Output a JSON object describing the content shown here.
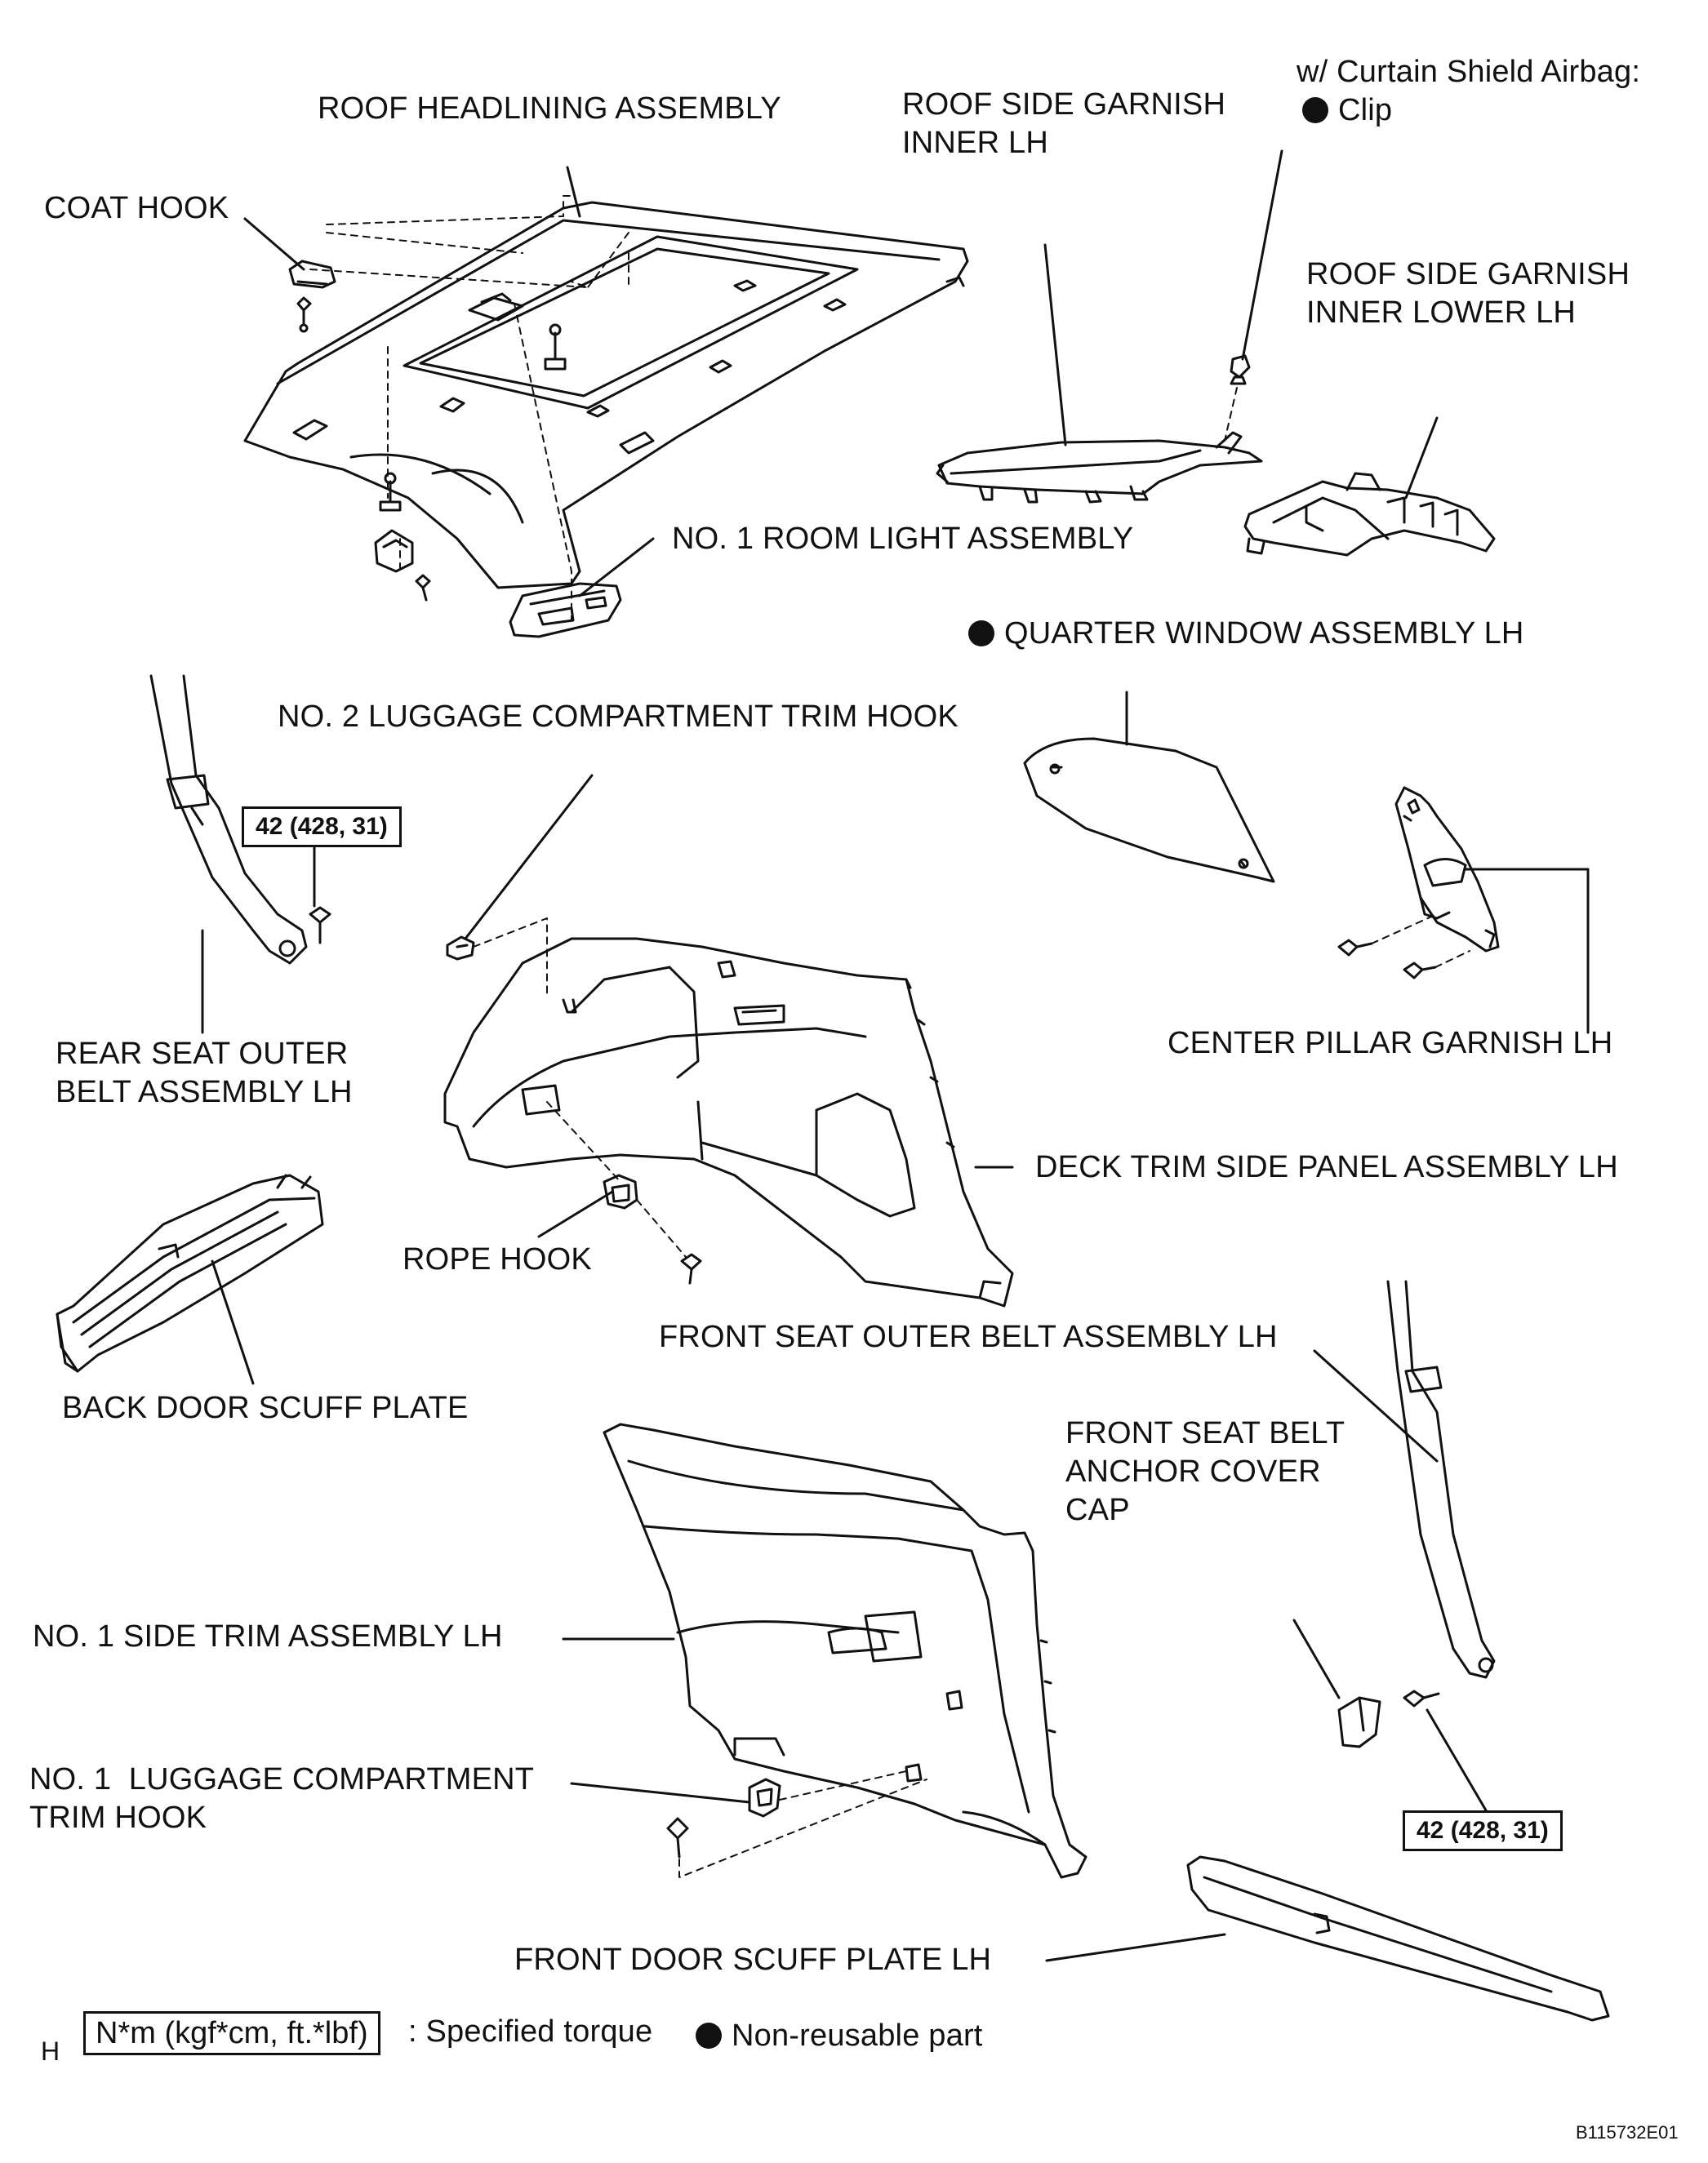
{
  "labels": {
    "airbag_note_1": "w/ Curtain Shield Airbag:",
    "airbag_note_2": "Clip",
    "roof_headlining": "ROOF HEADLINING ASSEMBLY",
    "roof_side_garnish_inner_1": "ROOF SIDE GARNISH",
    "roof_side_garnish_inner_2": "INNER LH",
    "coat_hook": "COAT HOOK",
    "roof_side_garnish_lower_1": "ROOF SIDE GARNISH",
    "roof_side_garnish_lower_2": "INNER LOWER LH",
    "room_light": "NO. 1 ROOM LIGHT ASSEMBLY",
    "quarter_window": "QUARTER WINDOW ASSEMBLY LH",
    "luggage_hook_2": "NO. 2 LUGGAGE COMPARTMENT TRIM HOOK",
    "rear_seat_belt_1": "REAR SEAT OUTER",
    "rear_seat_belt_2": "BELT ASSEMBLY LH",
    "center_pillar": "CENTER PILLAR GARNISH LH",
    "deck_trim": "DECK TRIM SIDE PANEL ASSEMBLY LH",
    "rope_hook": "ROPE HOOK",
    "front_seat_belt": "FRONT SEAT OUTER BELT ASSEMBLY LH",
    "back_door_scuff": "BACK DOOR SCUFF PLATE",
    "anchor_cover_1": "FRONT SEAT BELT",
    "anchor_cover_2": "ANCHOR COVER",
    "anchor_cover_3": "CAP",
    "side_trim": "NO. 1 SIDE TRIM ASSEMBLY LH",
    "luggage_hook_1_a": "NO. 1  LUGGAGE COMPARTMENT",
    "luggage_hook_1_b": "TRIM HOOK",
    "front_door_scuff": "FRONT DOOR SCUFF PLATE LH"
  },
  "torque": {
    "rear_belt": "42 (428, 31)",
    "front_belt": "42 (428, 31)"
  },
  "legend": {
    "marker": "H",
    "torque_box": "N*m (kgf*cm, ft.*lbf)",
    "torque_text": ": Specified torque",
    "nonreusable": "Non-reusable part"
  },
  "figure_id": "B115732E01"
}
